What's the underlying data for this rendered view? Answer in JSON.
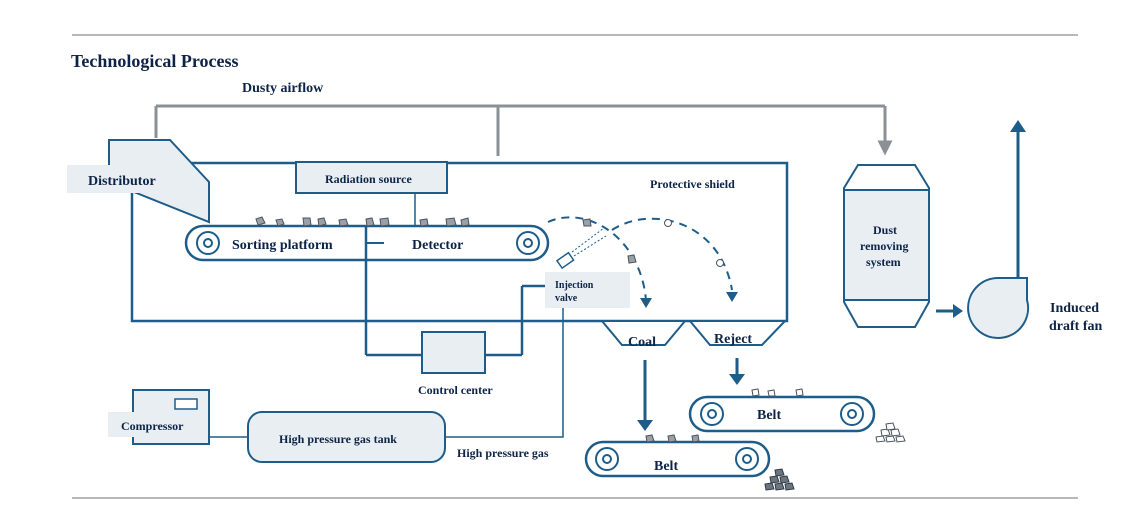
{
  "title": "Technological Process",
  "labels": {
    "dusty_airflow": "Dusty airflow",
    "distributor": "Distributor",
    "radiation_source": "Radiation source",
    "protective_shield": "Protective shield",
    "sorting_platform": "Sorting platform",
    "detector": "Detector",
    "injection_valve_line1": "Injection",
    "injection_valve_line2": "valve",
    "control_center": "Control center",
    "coal": "Coal",
    "reject": "Reject",
    "belt_upper": "Belt",
    "belt_lower": "Belt",
    "compressor": "Compressor",
    "gas_tank": "High pressure gas tank",
    "high_pressure_gas": "High pressure gas",
    "dust_line1": "Dust",
    "dust_line2": "removing",
    "dust_line3": "system",
    "fan_line1": "Induced",
    "fan_line2": "draft fan"
  },
  "colors": {
    "line": "#1e5d8a",
    "fill": "#e8eef2",
    "text": "#0d2447",
    "grey": "#9aa0a6",
    "rule": "#a0a0a0"
  }
}
